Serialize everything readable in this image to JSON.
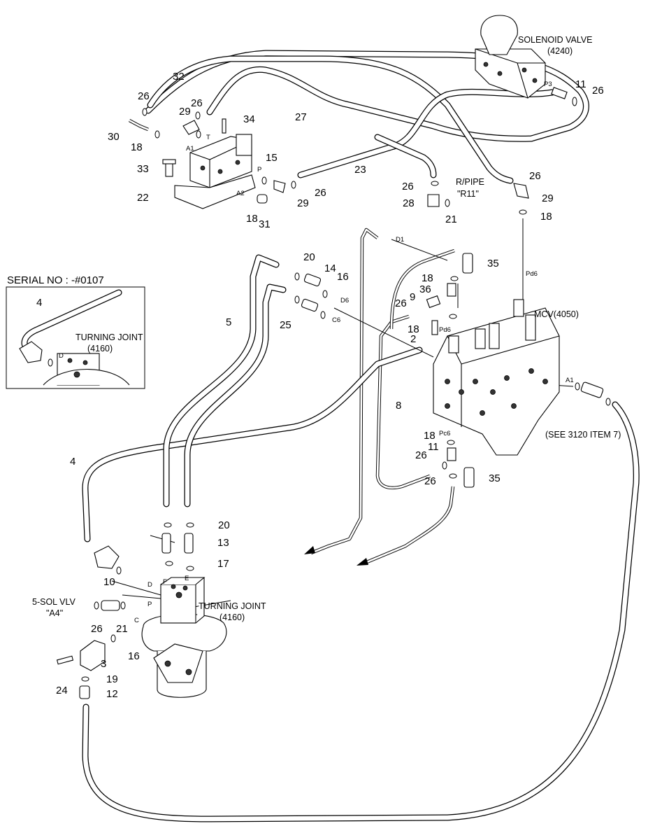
{
  "inset": {
    "serial_title": "SERIAL NO : -#0107",
    "item_number": "4",
    "turning_joint_label": "TURNING JOINT",
    "turning_joint_code": "(4160)",
    "port_d": "D"
  },
  "components": {
    "solenoid_valve": {
      "name": "SOLENOID VALVE",
      "code": "(4240)",
      "port": "P3"
    },
    "mcv": {
      "label": "MCV(4050)"
    },
    "turning_joint": {
      "name": "TURNING JOINT",
      "code": "(4160)"
    },
    "return_pipe": {
      "line1": "R/PIPE",
      "line2": "\"R11\""
    },
    "five_sol_valve": {
      "line1": "5-SOL VLV",
      "line2": "\"A4\""
    },
    "see_note": "(SEE 3120 ITEM 7)"
  },
  "ports": {
    "A1": "A1",
    "A2": "A2",
    "P": "P",
    "T": "T",
    "D1": "D1",
    "D6": "D6",
    "C6": "C6",
    "Pd6": "Pd6",
    "Pc6": "Pc6",
    "mcv_A1": "A1",
    "tj_D": "D",
    "tj_F": "F",
    "tj_E": "E",
    "tj_P": "P",
    "tj_C": "C"
  },
  "callouts": {
    "c32": "32",
    "c26a": "26",
    "c26b": "26",
    "c29a": "29",
    "c34": "34",
    "c30": "30",
    "c18a": "18",
    "c15": "15",
    "c33": "33",
    "c22": "22",
    "c18b": "18",
    "c31": "31",
    "c29b": "29",
    "c26c": "26",
    "c27": "27",
    "c23": "23",
    "c26d": "26",
    "c28": "28",
    "c21a": "21",
    "c26e": "26",
    "c29c": "29",
    "c18c": "18",
    "c11a": "11",
    "c26f": "26",
    "c20a": "20",
    "c14": "14",
    "c16a": "16",
    "c25": "25",
    "c5": "5",
    "c35a": "35",
    "c18d": "18",
    "c36": "36",
    "c9": "9",
    "c26g": "26",
    "c18e": "18",
    "c2": "2",
    "c8": "8",
    "c18f": "18",
    "c11b": "11",
    "c26h": "26",
    "c26i": "26",
    "c35b": "35",
    "c4": "4",
    "c20b": "20",
    "c13": "13",
    "c17": "17",
    "c10": "10",
    "c26j": "26",
    "c21b": "21",
    "c16b": "16",
    "c3": "3",
    "c19": "19",
    "c24": "24",
    "c12": "12"
  }
}
